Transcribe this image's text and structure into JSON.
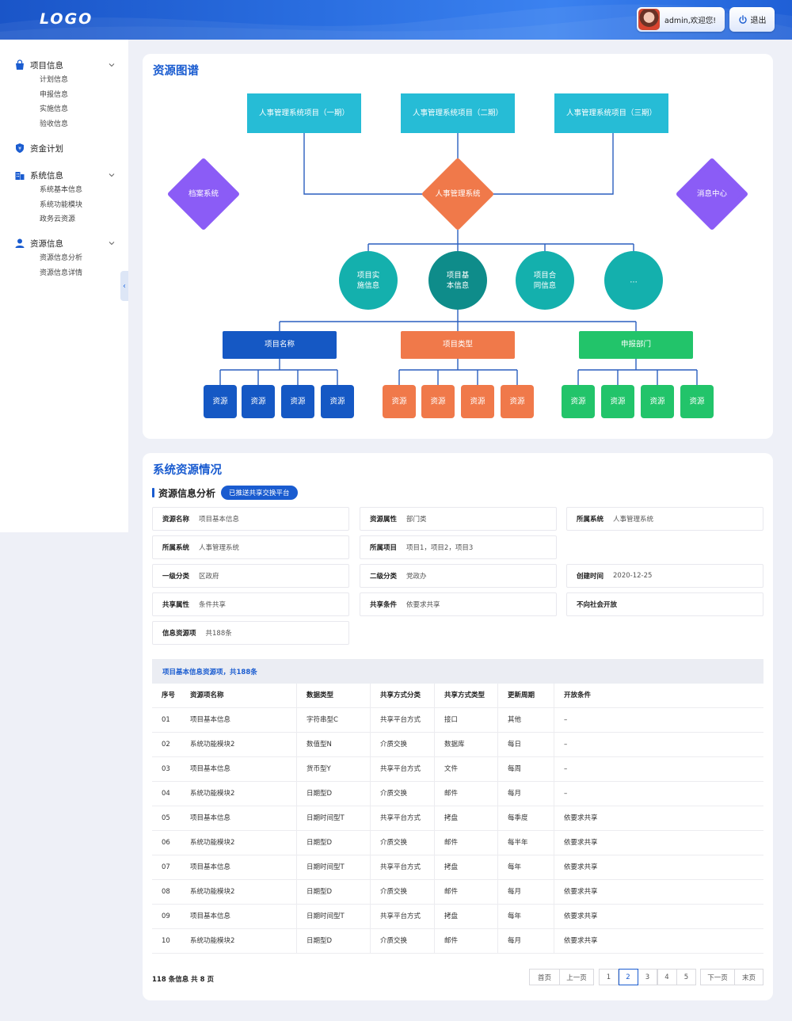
{
  "header": {
    "logo": "LOGO",
    "user_greeting": "admin,欢迎您!",
    "logout_label": "退出"
  },
  "sidebar": {
    "groups": [
      {
        "label": "项目信息",
        "icon": "bag-icon",
        "items": [
          "计划信息",
          "申报信息",
          "实施信息",
          "验收信息"
        ]
      },
      {
        "label": "资金计划",
        "icon": "shield-yen-icon",
        "items": []
      },
      {
        "label": "系统信息",
        "icon": "building-icon",
        "items": [
          "系统基本信息",
          "系统功能模块",
          "政务云资源"
        ]
      },
      {
        "label": "资源信息",
        "icon": "person-icon",
        "items": [
          "资源信息分析",
          "资源信息详情"
        ]
      }
    ]
  },
  "map": {
    "title": "资源图谱",
    "projects": [
      "人事管理系统项目（一期）",
      "人事管理系统项目（二期）",
      "人事管理系统项目（三期）"
    ],
    "left_system": "档案系统",
    "center_system": "人事管理系统",
    "right_system": "消息中心",
    "circles": [
      [
        "项目实",
        "施信息"
      ],
      [
        "项目基",
        "本信息"
      ],
      [
        "项目合",
        "同信息"
      ],
      [
        "…"
      ]
    ],
    "categories": [
      "项目名称",
      "项目类型",
      "申报部门"
    ],
    "resource_label": "资源",
    "colors": {
      "project": "#26bcd6",
      "left": "#8b5cf6",
      "center": "#f0794a",
      "right": "#8b5cf6",
      "circle": "#14b0ad",
      "circle_dark": "#0e8c8a",
      "cat1": "#1558c4",
      "cat2": "#f0794a",
      "cat3": "#22c46a",
      "line": "#2a5fbf"
    }
  },
  "status": {
    "title": "系统资源情况",
    "subtitle": "资源信息分析",
    "badge": "已推送共享交换平台",
    "fields": [
      {
        "k": "资源名称",
        "v": "项目基本信息"
      },
      {
        "k": "资源属性",
        "v": "部门类"
      },
      {
        "k": "所属系统",
        "v": "人事管理系统"
      },
      {
        "k": "所属系统",
        "v": "人事管理系统"
      },
      {
        "k": "所属项目",
        "v": "项目1，项目2，项目3"
      },
      {
        "k": "一级分类",
        "v": "区政府"
      },
      {
        "k": "二级分类",
        "v": "党政办"
      },
      {
        "k": "创建时间",
        "v": "2020-12-25"
      },
      {
        "k": "共享属性",
        "v": "条件共享"
      },
      {
        "k": "共享条件",
        "v": "依要求共享"
      },
      {
        "k": "不向社会开放",
        "v": ""
      },
      {
        "k": "信息资源项",
        "v": "共188条"
      }
    ],
    "table_caption": "项目基本信息资源项，共188条",
    "columns": [
      "序号",
      "资源项名称",
      "数据类型",
      "共享方式分类",
      "共享方式类型",
      "更新周期",
      "开放条件"
    ],
    "rows": [
      [
        "01",
        "项目基本信息",
        "字符串型C",
        "共享平台方式",
        "接口",
        "其他",
        "–"
      ],
      [
        "02",
        "系统功能模块2",
        "数值型N",
        "介质交换",
        "数据库",
        "每日",
        "–"
      ],
      [
        "03",
        "项目基本信息",
        "货币型Y",
        "共享平台方式",
        "文件",
        "每周",
        "–"
      ],
      [
        "04",
        "系统功能模块2",
        "日期型D",
        "介质交换",
        "邮件",
        "每月",
        "–"
      ],
      [
        "05",
        "项目基本信息",
        "日期时间型T",
        "共享平台方式",
        "拷盘",
        "每季度",
        "依要求共享"
      ],
      [
        "06",
        "系统功能模块2",
        "日期型D",
        "介质交换",
        "邮件",
        "每半年",
        "依要求共享"
      ],
      [
        "07",
        "项目基本信息",
        "日期时间型T",
        "共享平台方式",
        "拷盘",
        "每年",
        "依要求共享"
      ],
      [
        "08",
        "系统功能模块2",
        "日期型D",
        "介质交换",
        "邮件",
        "每月",
        "依要求共享"
      ],
      [
        "09",
        "项目基本信息",
        "日期时间型T",
        "共享平台方式",
        "拷盘",
        "每年",
        "依要求共享"
      ],
      [
        "10",
        "系统功能模块2",
        "日期型D",
        "介质交换",
        "邮件",
        "每月",
        "依要求共享"
      ]
    ],
    "pager_info": "118 条信息 共 8 页",
    "pager": {
      "first": "首页",
      "prev": "上一页",
      "pages": [
        "1",
        "2",
        "3",
        "4",
        "5"
      ],
      "active_page": "2",
      "next": "下一页",
      "last": "末页"
    }
  }
}
